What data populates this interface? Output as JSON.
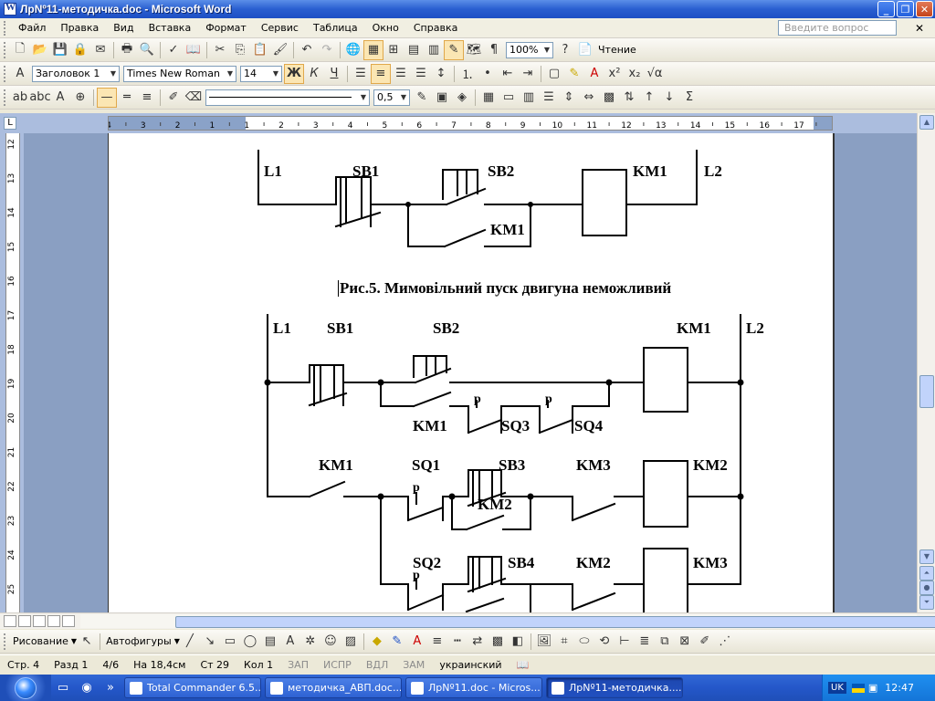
{
  "window": {
    "title": "ЛрNº11-методичка.doc - Microsoft Word"
  },
  "menu": {
    "items": [
      "Файл",
      "Правка",
      "Вид",
      "Вставка",
      "Формат",
      "Сервис",
      "Таблица",
      "Окно",
      "Справка"
    ],
    "help_placeholder": "Введите вопрос"
  },
  "standard_toolbar": {
    "zoom": "100%",
    "reading_label": "Чтение"
  },
  "formatting_toolbar": {
    "style": "Заголовок 1",
    "font": "Times New Roman",
    "size": "14",
    "bold": "Ж",
    "italic": "К",
    "underline": "Ч"
  },
  "drawing_line_toolbar": {
    "line_weight": "0,5"
  },
  "ruler": {
    "top_numbers": [
      "4",
      "3",
      "2",
      "1",
      "1",
      "2",
      "3",
      "4",
      "5",
      "6",
      "7",
      "8",
      "9",
      "10",
      "11",
      "12",
      "13",
      "14",
      "15",
      "16",
      "17"
    ],
    "side_numbers": [
      "12",
      "13",
      "14",
      "15",
      "16",
      "17",
      "18",
      "19",
      "20",
      "21",
      "22",
      "23",
      "24",
      "25"
    ]
  },
  "document": {
    "fig5_caption": "Рис.5. Мимовільний пуск двигуна неможливий",
    "diagram1": {
      "labels": {
        "l1": "L1",
        "sb1": "SB1",
        "sb2": "SB2",
        "km1_coil": "KM1",
        "l2": "L2",
        "km1_contact": "KM1"
      }
    },
    "diagram2": {
      "labels": {
        "l1": "L1",
        "sb1": "SB1",
        "sb2": "SB2",
        "km1_coil": "KM1",
        "l2": "L2",
        "km1_hold": "KM1",
        "sq3": "SQ3",
        "sq4": "SQ4",
        "km1_r2": "KM1",
        "sq1": "SQ1",
        "sb3": "SB3",
        "km3_r2": "KM3",
        "km2_coil": "KM2",
        "km2_hold": "KM2",
        "sq2": "SQ2",
        "sb4": "SB4",
        "km2_r3": "KM2",
        "km3_coil": "KM3"
      }
    }
  },
  "drawing_toolbar": {
    "draw_label": "Рисование",
    "autoshapes_label": "Автофигуры"
  },
  "status": {
    "page": "Стр. 4",
    "section": "Разд 1",
    "pages": "4/6",
    "at": "На 18,4см",
    "line": "Ст 29",
    "col": "Кол 1",
    "rec": "ЗАП",
    "trk": "ИСПР",
    "ext": "ВДЛ",
    "ovr": "ЗАМ",
    "lang": "украинский"
  },
  "taskbar": {
    "tasks": [
      "Total Commander 6.5...",
      "методичка_АВП.doc...",
      "ЛрNº11.doc - Micros...",
      "ЛрNº11-методичка...."
    ],
    "lang": "UK",
    "time": "12:47"
  }
}
